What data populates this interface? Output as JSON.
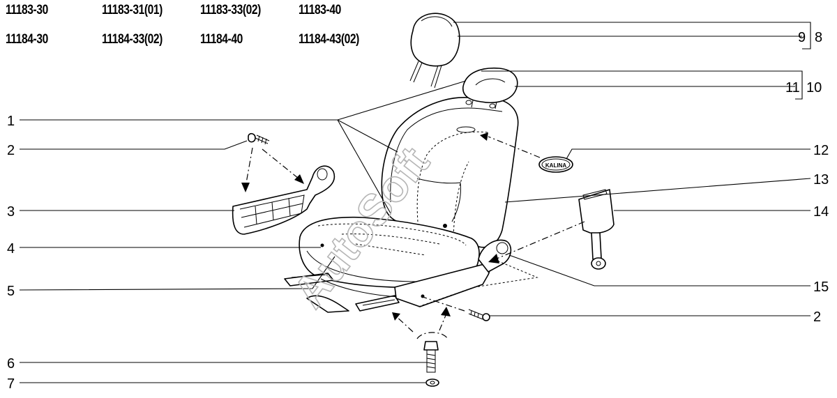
{
  "models": [
    [
      "11183-30",
      "11183-31(01)",
      "11183-33(02)",
      "11183-40"
    ],
    [
      "11184-30",
      "11184-33(02)",
      "11184-40",
      "11184-43(02)"
    ]
  ],
  "callouts": {
    "c1": "1",
    "c2a": "2",
    "c3": "3",
    "c4": "4",
    "c5": "5",
    "c6": "6",
    "c7": "7",
    "c8": "8",
    "c9": "9",
    "c10": "10",
    "c11": "11",
    "c12": "12",
    "c13": "13",
    "c14": "14",
    "c15": "15",
    "c2b": "2"
  },
  "badge_text": "KALINA",
  "watermark": "AutoSoft"
}
